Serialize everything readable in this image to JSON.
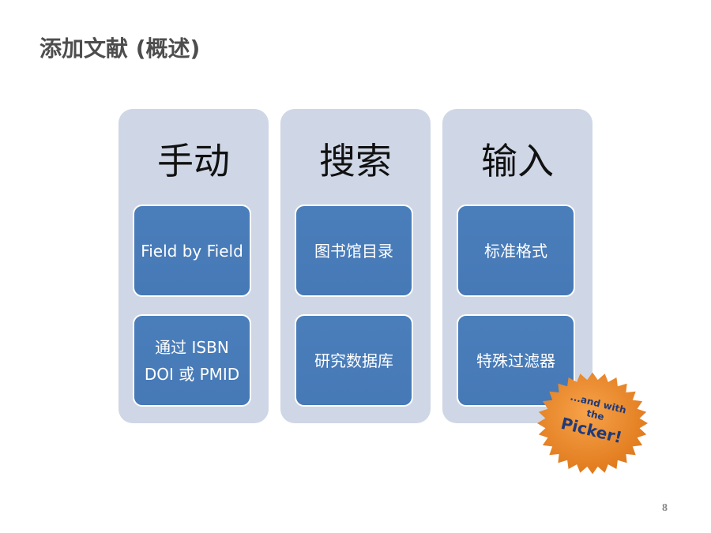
{
  "title": "添加文献 (概述)",
  "columns": [
    {
      "heading": "手动",
      "items": [
        "Field by Field",
        "通过 ISBN DOI 或 PMID"
      ]
    },
    {
      "heading": "搜索",
      "items": [
        "图书馆目录",
        "研究数据库"
      ]
    },
    {
      "heading": "输入",
      "items": [
        "标准格式",
        "特殊过滤器"
      ]
    }
  ],
  "badge": {
    "line1": "...and with",
    "line2": "the",
    "line3": "Picker!"
  },
  "page_number": "8",
  "colors": {
    "panel": "#cfd6e5",
    "box": "#4a7ebb",
    "badge": "#f0892c",
    "badge_text": "#1f3a78"
  }
}
